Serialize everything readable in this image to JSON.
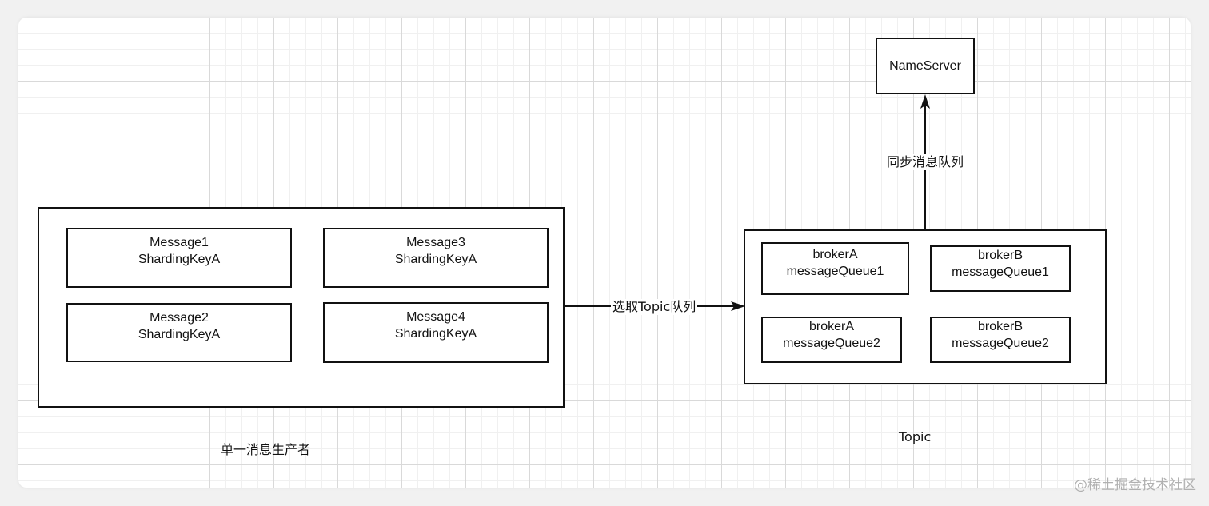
{
  "producer": {
    "caption": "单一消息生产者",
    "messages": [
      {
        "line1": "Message1",
        "line2": "ShardingKeyA"
      },
      {
        "line1": "Message3",
        "line2": "ShardingKeyA"
      },
      {
        "line1": "Message2",
        "line2": "ShardingKeyA"
      },
      {
        "line1": "Message4",
        "line2": "ShardingKeyA"
      }
    ]
  },
  "topic": {
    "caption": "Topic",
    "queues": [
      {
        "line1": "brokerA",
        "line2": "messageQueue1"
      },
      {
        "line1": "brokerB",
        "line2": "messageQueue1"
      },
      {
        "line1": "brokerA",
        "line2": "messageQueue2"
      },
      {
        "line1": "brokerB",
        "line2": "messageQueue2"
      }
    ]
  },
  "nameserver": {
    "label": "NameServer"
  },
  "edges": {
    "select_queue": "选取Topic队列",
    "sync_queue": "同步消息队列"
  },
  "watermark": "@稀土掘金技术社区",
  "colors": {
    "stroke": "#111111",
    "grid_major": "#d9d9d9",
    "grid_minor": "#f0f0f0",
    "watermark": "#b0b0b0"
  }
}
